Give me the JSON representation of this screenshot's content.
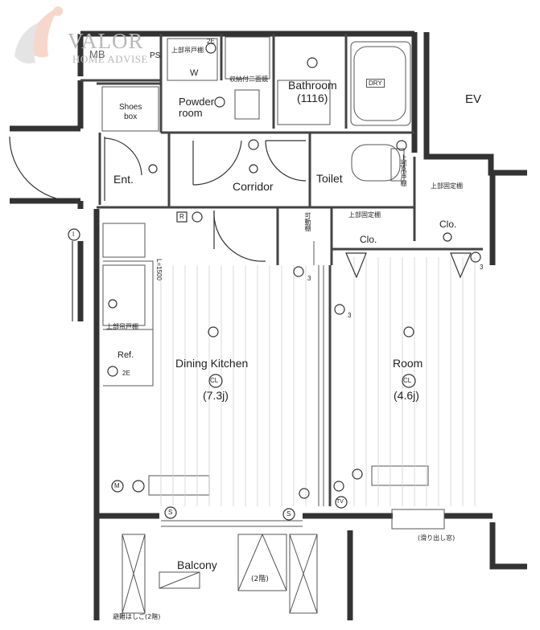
{
  "brand": {
    "name": "VALOR",
    "tagline": "HOME ADVISE"
  },
  "rooms": {
    "mb": "MB",
    "ps": "PS",
    "ev": "EV",
    "bathroom": "Bathroom",
    "bathroom_size": "(1116)",
    "powder_room": "Powder\nroom",
    "washer": "W",
    "shoes_box": "Shoes\nbox",
    "entrance": "Ent.",
    "corridor": "Corridor",
    "toilet": "Toilet",
    "dining_kitchen": "Dining Kitchen",
    "dk_size": "(7.3j)",
    "room": "Room",
    "room_size": "(4.6j)",
    "closet_main": "Clo.",
    "closet_side": "Clo.",
    "refrigerator": "Ref.",
    "balcony": "Balcony",
    "balcony_note": "(2階)"
  },
  "notes": {
    "upper_cabinet_powder": "上部吊戸棚",
    "storage_two_tier": "収納付二面鏡",
    "dry": "DRY",
    "upper_cabinet_toilet": "上部吊戸棚",
    "upper_fixed_shelf_1": "上部固定棚",
    "upper_fixed_shelf_2": "上部固定棚",
    "movable_shelf": "可動棚",
    "upper_cabinet_kitchen": "上部吊戸棚",
    "ceiling_height": "L=1500",
    "sliding_window": "(滑り出し窓)",
    "escape_ladder": "避難はしご(2階)"
  },
  "symbols": {
    "ceiling_light": "CL",
    "outlet_2e": "2E",
    "outlet_3": "3",
    "receptacle_r": "R",
    "sensor_s": "S",
    "tv": "TV",
    "meter_m": "M",
    "intercom_i": "I"
  }
}
